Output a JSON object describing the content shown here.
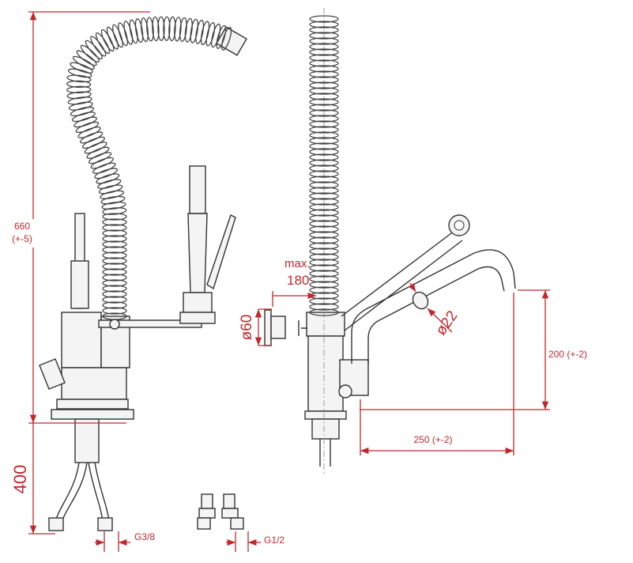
{
  "drawing": {
    "accent_color": "#c0282d",
    "dimensions": {
      "total_height": "660",
      "total_height_tol": "(+-5)",
      "hose_length": "400",
      "hose_thread_left": "G3/8",
      "hose_thread_right": "G1/2",
      "wall_clearance_label": "max.",
      "wall_clearance_value": "180",
      "flange_diameter": "ø60",
      "spout_diameter": "ø22",
      "spout_height": "200 (+-2)",
      "spout_reach": "250 (+-2)"
    }
  }
}
